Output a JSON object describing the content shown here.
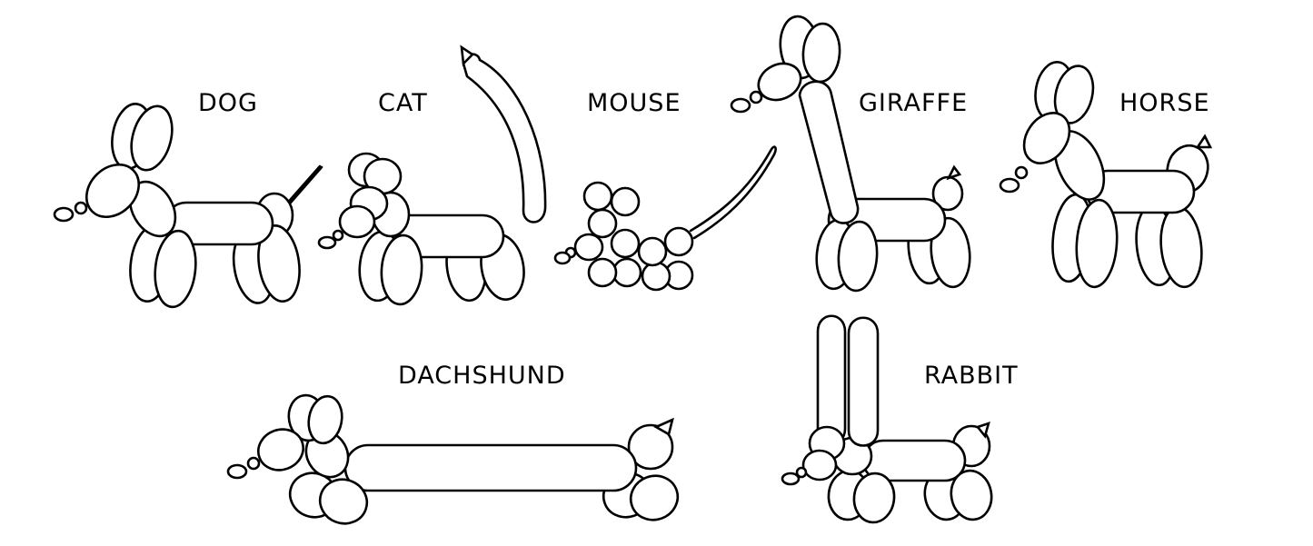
{
  "labels": {
    "dog": "DOG",
    "cat": "CAT",
    "mouse": "MOUSE",
    "giraffe": "GIRAFFE",
    "horse": "HORSE",
    "dachshund": "DACHSHUND",
    "rabbit": "RABBIT"
  }
}
